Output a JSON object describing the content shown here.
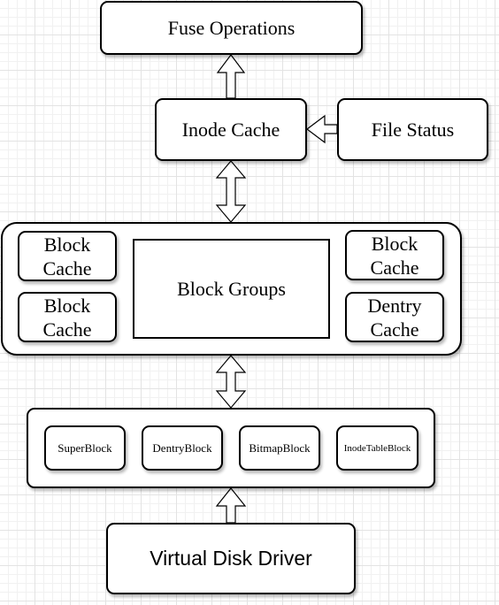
{
  "nodes": {
    "fuse_operations": "Fuse Operations",
    "inode_cache": "Inode Cache",
    "file_status": "File Status",
    "block_groups": "Block Groups",
    "block_cache_top_left": "Block\nCache",
    "block_cache_bottom_left": "Block\nCache",
    "block_cache_top_right": "Block\nCache",
    "dentry_cache": "Dentry\nCache",
    "super_block": "SuperBlock",
    "dentry_block": "DentryBlock",
    "bitmap_block": "BitmapBlock",
    "inode_table_block": "InodeTableBlock",
    "virtual_disk_driver": "Virtual Disk Driver"
  },
  "colors": {
    "stroke": "#000000",
    "fill": "#ffffff",
    "grid": "#e3e3e3"
  }
}
